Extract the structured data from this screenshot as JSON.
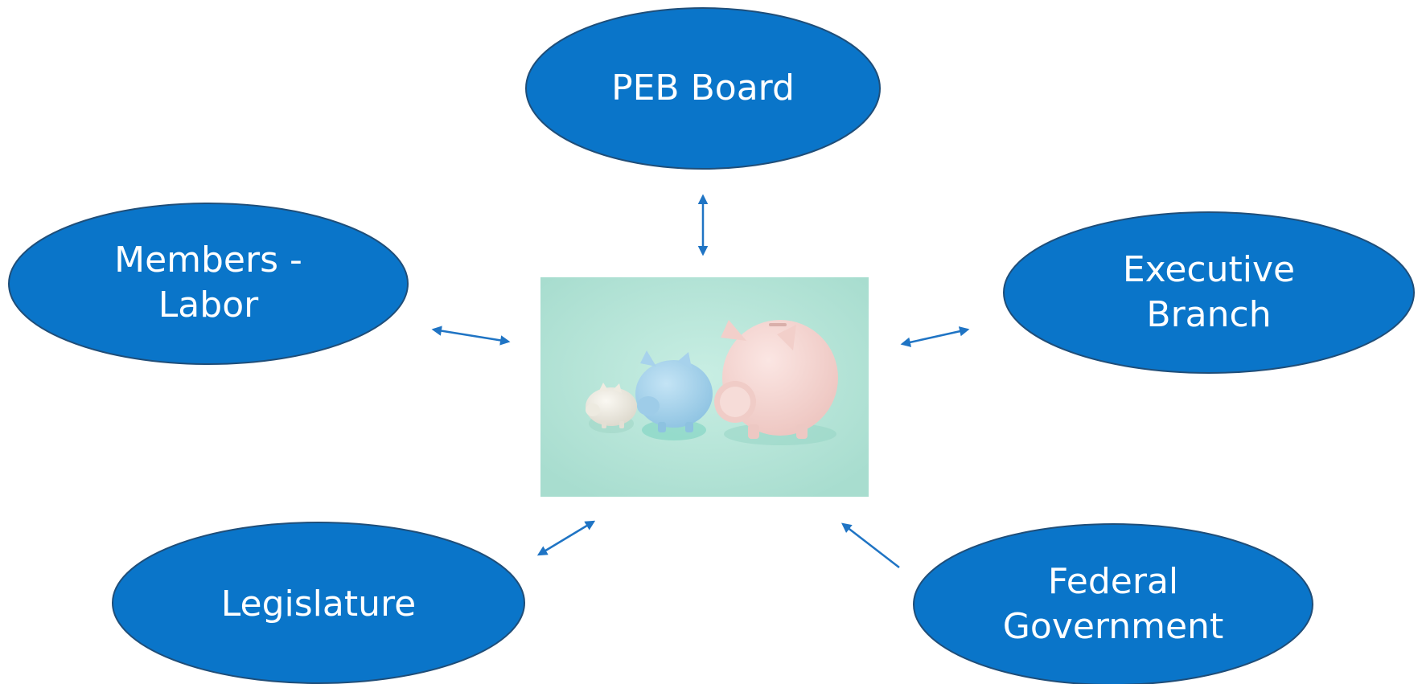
{
  "diagram": {
    "center": {
      "image_name": "piggy-banks-photo",
      "background_color": "#B9E6DA",
      "description_colors": {
        "small_pig": "#F3EEE4",
        "medium_pig": "#A9D4EC",
        "large_pig": "#F5D6D2"
      }
    },
    "nodes": {
      "peb_board": {
        "line1": "PEB Board",
        "line2": ""
      },
      "members_labor": {
        "line1": "Members -",
        "line2": "Labor"
      },
      "executive_branch": {
        "line1": "Executive",
        "line2": "Branch"
      },
      "legislature": {
        "line1": "Legislature",
        "line2": ""
      },
      "federal_government": {
        "line1": "Federal",
        "line2": "Government"
      }
    },
    "connections": [
      {
        "from": "peb_board",
        "to": "center",
        "type": "bidirectional"
      },
      {
        "from": "members_labor",
        "to": "center",
        "type": "bidirectional"
      },
      {
        "from": "executive_branch",
        "to": "center",
        "type": "bidirectional"
      },
      {
        "from": "legislature",
        "to": "center",
        "type": "bidirectional"
      },
      {
        "from": "federal_government",
        "to": "center",
        "type": "unidirectional"
      }
    ],
    "colors": {
      "node_fill": "#0A75C9",
      "node_stroke": "#1F4E79",
      "arrow": "#1F74C4",
      "label_text": "#FFFFFF"
    }
  }
}
